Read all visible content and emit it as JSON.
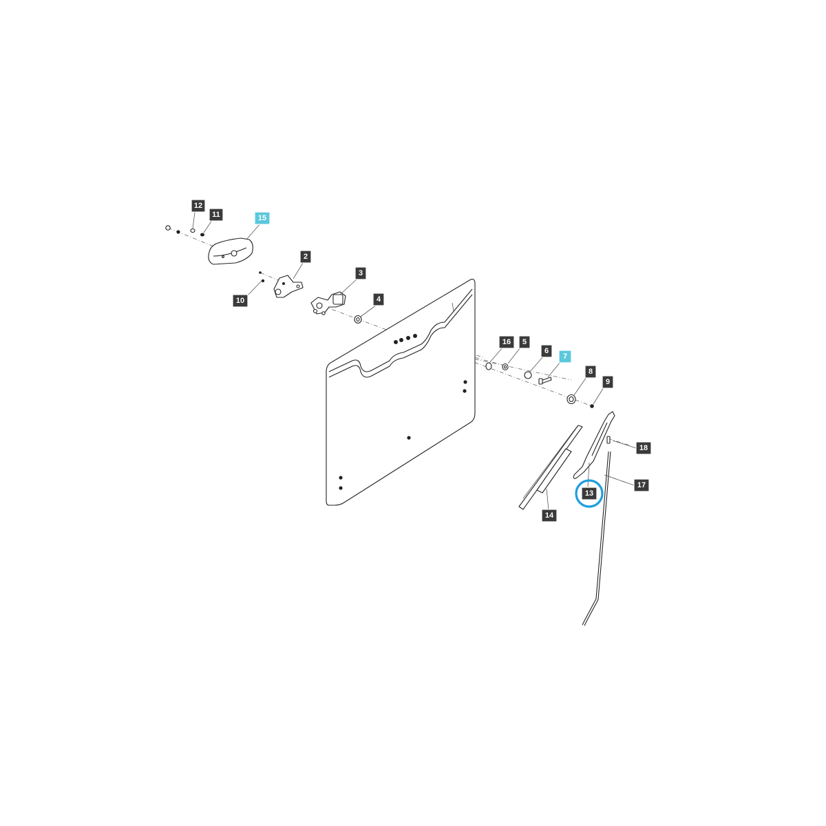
{
  "callouts": [
    {
      "id": "c12",
      "label": "12",
      "highlight": false
    },
    {
      "id": "c11",
      "label": "11",
      "highlight": false
    },
    {
      "id": "c15",
      "label": "15",
      "highlight": true
    },
    {
      "id": "c2",
      "label": "2",
      "highlight": false
    },
    {
      "id": "c10",
      "label": "10",
      "highlight": false
    },
    {
      "id": "c3",
      "label": "3",
      "highlight": false
    },
    {
      "id": "c4",
      "label": "4",
      "highlight": false
    },
    {
      "id": "c16",
      "label": "16",
      "highlight": false
    },
    {
      "id": "c5",
      "label": "5",
      "highlight": false
    },
    {
      "id": "c6",
      "label": "6",
      "highlight": false
    },
    {
      "id": "c7",
      "label": "7",
      "highlight": true
    },
    {
      "id": "c8",
      "label": "8",
      "highlight": false
    },
    {
      "id": "c9",
      "label": "9",
      "highlight": false
    },
    {
      "id": "c18",
      "label": "18",
      "highlight": false
    },
    {
      "id": "c17",
      "label": "17",
      "highlight": false
    },
    {
      "id": "c13",
      "label": "13",
      "highlight": false,
      "circled": true
    },
    {
      "id": "c14",
      "label": "14",
      "highlight": false
    }
  ],
  "colors": {
    "callout_bg": "#3a3a3a",
    "callout_highlight_bg": "#5bc8dc",
    "selection_ring": "#1e9ee0",
    "line": "#222222"
  }
}
